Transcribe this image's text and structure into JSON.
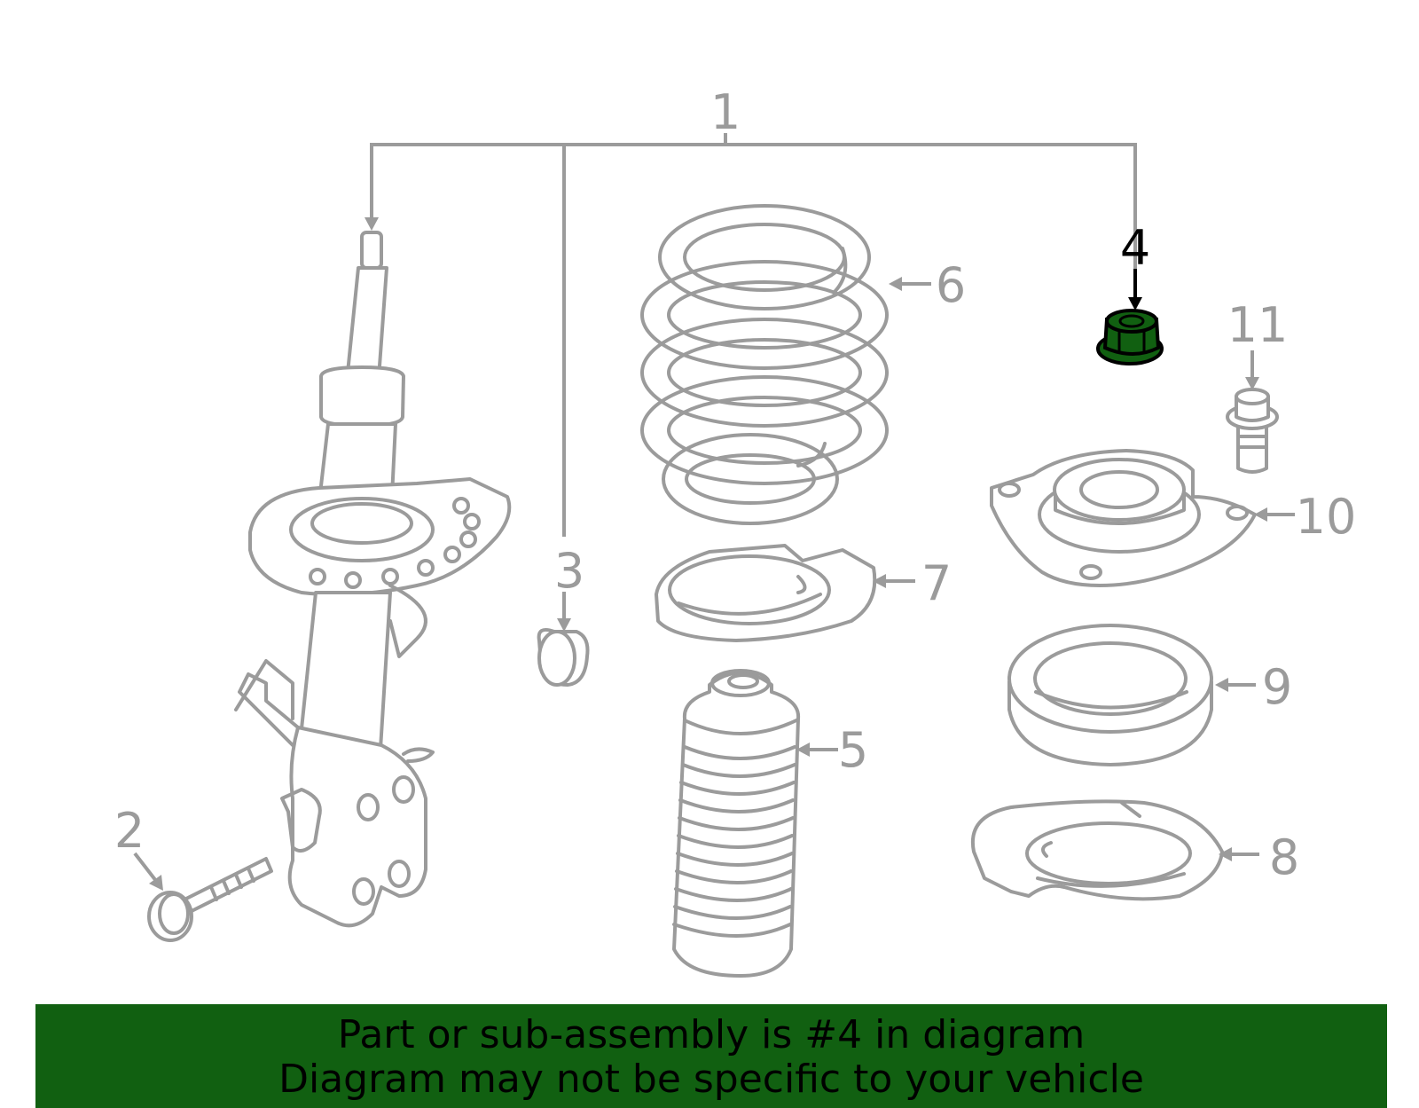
{
  "callouts": {
    "c1": "1",
    "c2": "2",
    "c3": "3",
    "c4": "4",
    "c5": "5",
    "c6": "6",
    "c7": "7",
    "c8": "8",
    "c9": "9",
    "c10": "10",
    "c11": "11"
  },
  "highlight": {
    "part": "4",
    "color": "#116011"
  },
  "colors": {
    "line": "#9b9b9b",
    "banner": "#116011",
    "highlight_text": "#000000"
  },
  "banner": {
    "line1": "Part or sub-assembly is #4 in diagram",
    "line2": "Diagram may not be specific to your vehicle"
  }
}
